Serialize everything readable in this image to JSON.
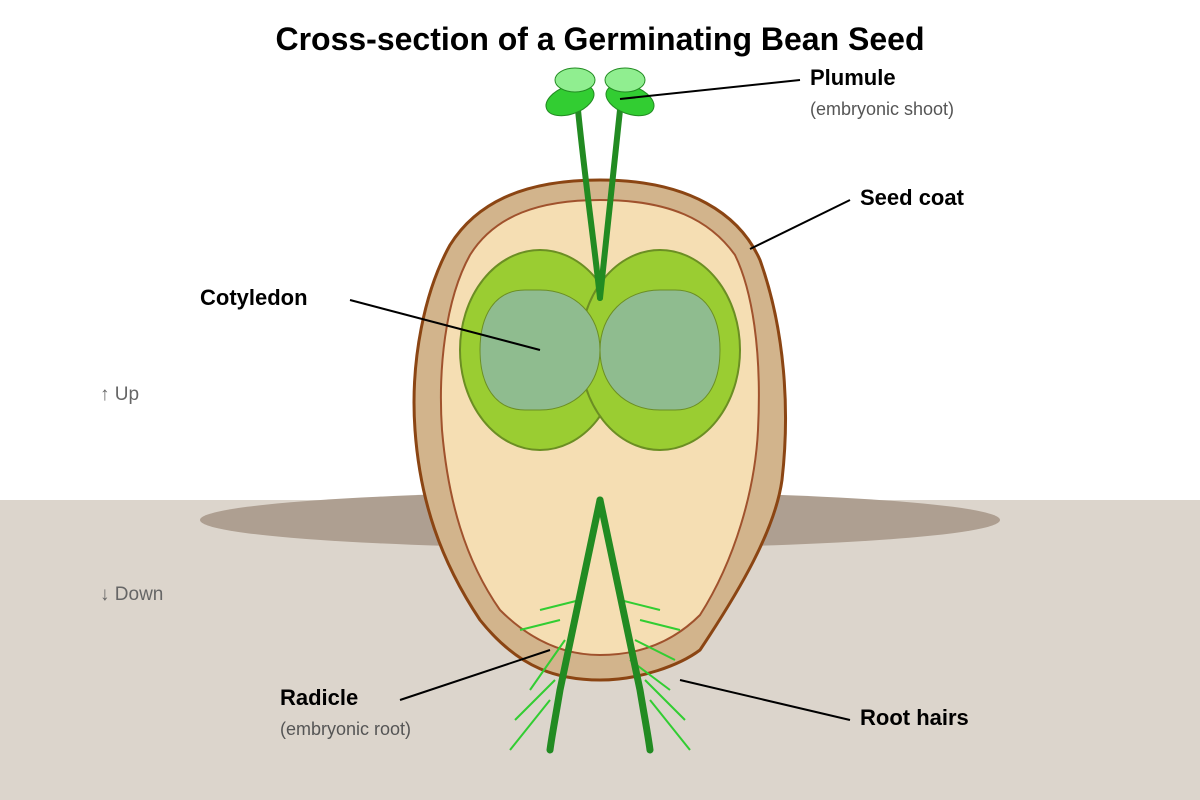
{
  "title": "Cross-section of a Germinating Bean Seed",
  "directions": {
    "up": "↑ Up",
    "down": "↓ Down"
  },
  "labels": {
    "plumule": {
      "name": "Plumule",
      "note": "(embryonic shoot)"
    },
    "seed_coat": {
      "name": "Seed coat"
    },
    "cotyledon": {
      "name": "Cotyledon"
    },
    "radicle": {
      "name": "Radicle",
      "note": "(embryonic root)"
    },
    "root_hairs": {
      "name": "Root hairs"
    }
  },
  "colors": {
    "soil": "#dcd5cc",
    "soil_shadow": "#ae9f91",
    "seed_coat": "#d2b48c",
    "seed_coat_edge": "#8b4513",
    "seed_interior": "#f5deb3",
    "cotyledon_outer": "#9acd32",
    "cotyledon_inner": "#8fbc8f",
    "stem": "#228b22",
    "leaf": "#32cd32",
    "leaf_light": "#90ee90",
    "root_hair": "#32cd32"
  }
}
